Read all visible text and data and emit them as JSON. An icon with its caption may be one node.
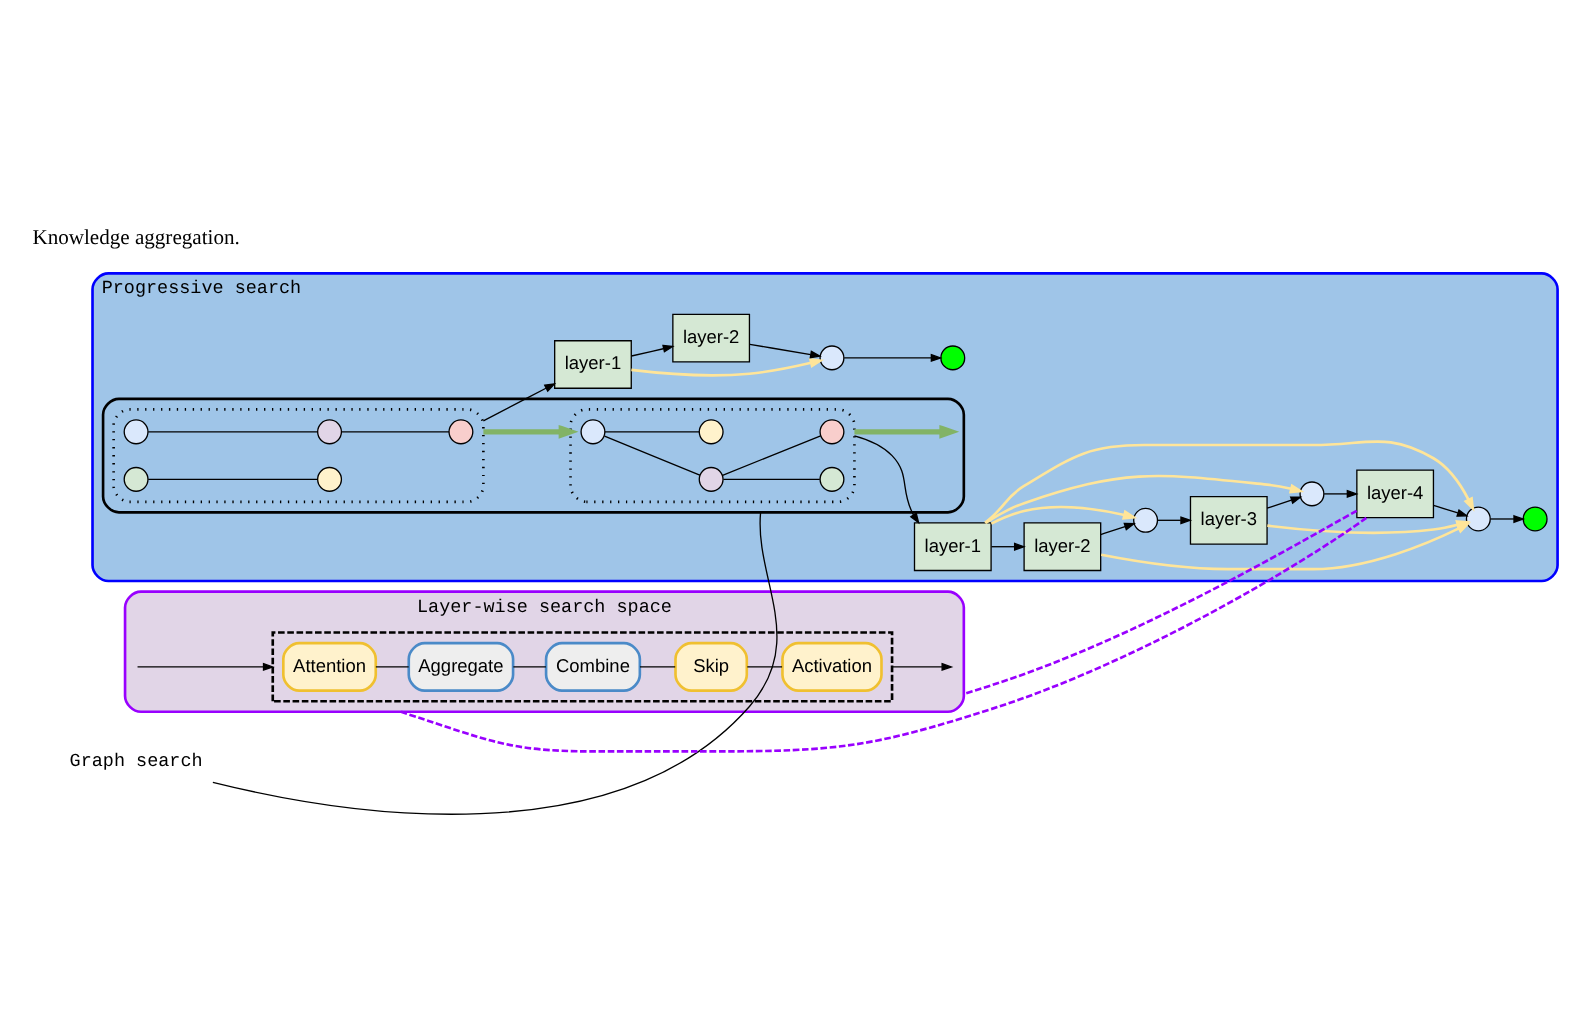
{
  "diagram": {
    "nodes": [
      {
        "text": [
          "Progressive search"
        ]
      },
      {
        "text": [],
        "shape": "box",
        "in": 0
      },
      {
        "text": [],
        "shape": "box",
        "in": 1
      },
      {
        "text": [],
        "shape": "circle",
        "in": 2
      },
      {
        "text": [],
        "shape": "circle",
        "in": 2
      },
      {
        "text": [],
        "shape": "circle",
        "in": 2
      },
      {
        "text": [],
        "shape": "circle",
        "in": 2
      },
      {
        "text": [],
        "shape": "circle",
        "in": 2
      },
      {
        "text": [],
        "shape": "box",
        "in": 1
      },
      {
        "text": [],
        "shape": "circle",
        "in": 8
      },
      {
        "text": [],
        "shape": "circle",
        "in": 8
      },
      {
        "text": [],
        "shape": "circle",
        "in": 8
      },
      {
        "text": [],
        "shape": "circle",
        "in": 8
      },
      {
        "text": [],
        "shape": "circle",
        "in": 8
      },
      {
        "text": [
          "layer-1"
        ],
        "in": 0
      },
      {
        "text": [
          "layer-2"
        ],
        "in": 0
      },
      {
        "text": [],
        "shape": "circle",
        "in": 0
      },
      {
        "text": [],
        "shape": "circle",
        "in": 0
      },
      {
        "text": [
          "layer-1"
        ],
        "in": 0
      },
      {
        "text": [
          "layer-2"
        ],
        "in": 0
      },
      {
        "text": [],
        "shape": "circle",
        "in": 0
      },
      {
        "text": [
          "layer-3"
        ],
        "in": 0
      },
      {
        "text": [],
        "shape": "circle",
        "in": 0
      },
      {
        "text": [
          "layer-4"
        ],
        "in": 0
      },
      {
        "text": [],
        "shape": "circle",
        "in": 0
      },
      {
        "text": [],
        "shape": "circle",
        "in": 0
      },
      {
        "text": [
          "Layer-wise search space"
        ]
      },
      {
        "text": [],
        "shape": "box",
        "in": 26
      },
      {
        "text": [
          "Attention"
        ],
        "in": 27
      },
      {
        "text": [
          "Aggregate"
        ],
        "in": 27
      },
      {
        "text": [
          "Combine"
        ],
        "in": 27
      },
      {
        "text": [
          "Skip"
        ],
        "in": 27
      },
      {
        "text": [
          "Activation"
        ],
        "in": 27
      },
      {
        "text": [
          "Graph search"
        ]
      }
    ],
    "edges": [
      {
        "from": 3,
        "to": 4,
        "arrow": "none"
      },
      {
        "from": 4,
        "to": 7,
        "arrow": "none"
      },
      {
        "from": 5,
        "to": 6,
        "arrow": "none"
      },
      {
        "from": 9,
        "to": 10,
        "arrow": "none"
      },
      {
        "from": 10,
        "to": 11,
        "arrow": "none"
      },
      {
        "from": 10,
        "to": 13,
        "arrow": "none"
      },
      {
        "from": 9,
        "to": 12,
        "arrow": "none"
      },
      {
        "from": 2,
        "to": 8,
        "arrow": "to",
        "style": "thick",
        "color": "#82b366"
      },
      {
        "from": 8,
        "to": 1,
        "arrow": "to",
        "style": "thick",
        "color": "#82b366"
      },
      {
        "from": 2,
        "to": 14,
        "arrow": "to"
      },
      {
        "from": 14,
        "to": 15,
        "arrow": "to"
      },
      {
        "from": 15,
        "to": 16,
        "arrow": "to"
      },
      {
        "from": 16,
        "to": 17,
        "arrow": "to"
      },
      {
        "from": 14,
        "to": 16,
        "arrow": "to",
        "color": "#ffe599"
      },
      {
        "from": 8,
        "to": 18,
        "arrow": "to"
      },
      {
        "from": 18,
        "to": 19,
        "arrow": "to"
      },
      {
        "from": 19,
        "to": 20,
        "arrow": "to"
      },
      {
        "from": 20,
        "to": 21,
        "arrow": "to"
      },
      {
        "from": 21,
        "to": 22,
        "arrow": "to"
      },
      {
        "from": 22,
        "to": 23,
        "arrow": "to"
      },
      {
        "from": 23,
        "to": 24,
        "arrow": "to"
      },
      {
        "from": 24,
        "to": 25,
        "arrow": "to"
      },
      {
        "from": 18,
        "to": 20,
        "arrow": "to",
        "color": "#ffe599"
      },
      {
        "from": 18,
        "to": 22,
        "arrow": "to",
        "color": "#ffe599"
      },
      {
        "from": 18,
        "to": 24,
        "arrow": "to",
        "color": "#ffe599"
      },
      {
        "from": 19,
        "to": 24,
        "arrow": "to",
        "color": "#ffe599"
      },
      {
        "from": 21,
        "to": 24,
        "arrow": "to",
        "color": "#ffe599"
      },
      {
        "from": 23,
        "to": 26,
        "arrow": "none",
        "style": "dashed",
        "color": "#9900ff"
      },
      {
        "from": 23,
        "to": 26,
        "arrow": "none",
        "style": "dashed",
        "color": "#9900ff"
      },
      {
        "from": 26,
        "to": 27,
        "arrow": "to"
      },
      {
        "from": 28,
        "to": 29,
        "arrow": "none"
      },
      {
        "from": 29,
        "to": 30,
        "arrow": "none"
      },
      {
        "from": 30,
        "to": 31,
        "arrow": "none"
      },
      {
        "from": 31,
        "to": 32,
        "arrow": "none"
      },
      {
        "from": 27,
        "to": 26,
        "arrow": "to"
      },
      {
        "from": 1,
        "to": 33,
        "arrow": "none"
      }
    ],
    "labels": [
      "Knowledge aggregation."
    ]
  }
}
